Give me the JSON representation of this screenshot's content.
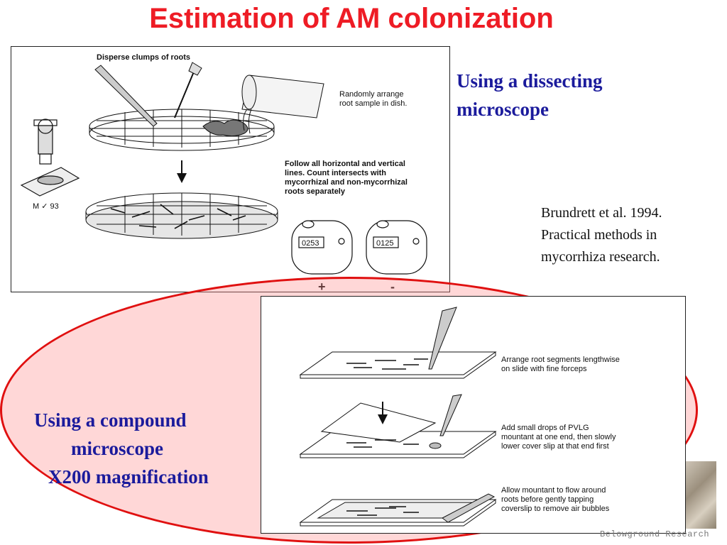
{
  "title": "Estimation of AM colonization",
  "top_figure": {
    "heading": "Disperse clumps of roots",
    "step1": [
      "Randomly arrange",
      "root sample in dish."
    ],
    "step2": [
      "Follow all horizontal and vertical",
      "lines.  Count intersects with",
      "mycorrhizal and non-mycorrhizal",
      "roots separately"
    ],
    "counter_positive": "0253",
    "counter_negative": "0125",
    "plus_label": "+",
    "minus_label": "-"
  },
  "dissecting_label": [
    "Using a dissecting",
    "microscope"
  ],
  "citation": [
    "Brundrett et al. 1994.",
    "Practical methods in",
    "mycorrhiza research."
  ],
  "compound_label": [
    "Using a compound",
    "microscope",
    "X200 magnification"
  ],
  "bottom_figure": {
    "step1": [
      "Arrange root segments lengthwise",
      "on slide with fine forceps"
    ],
    "step2": [
      "Add small drops of PVLG",
      "mountant at one end, then slowly",
      "lower cover slip at that end first"
    ],
    "step3": [
      "Allow mountant to flow around",
      "roots before gently tapping",
      "coverslip to remove air bubbles"
    ]
  },
  "watermark": "Belowground Research",
  "colors": {
    "title": "#ee1c25",
    "label_blue": "#1b1b9c",
    "ellipse_border": "#e01010",
    "ellipse_fill": "#ff8c8c"
  }
}
